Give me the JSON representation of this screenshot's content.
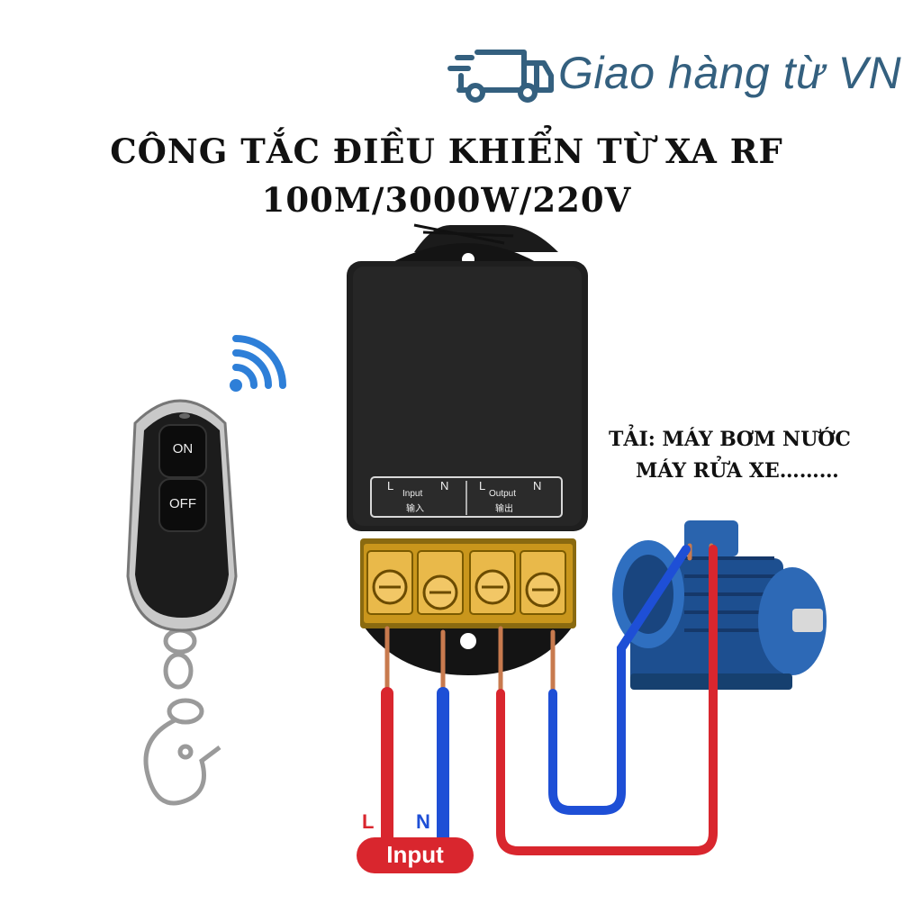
{
  "brand": {
    "text": "Giao hàng từ VN",
    "icon": "delivery-truck-icon",
    "color": "#34607f"
  },
  "title": {
    "line1": "CÔNG TẮC ĐIỀU KHIỂN TỪ XA RF",
    "line2": "100M/3000W/220V"
  },
  "load_note": {
    "line1": "TẢI: MÁY BƠM NƯỚC",
    "line2": "MÁY RỬA XE………"
  },
  "remote": {
    "on_label": "ON",
    "off_label": "OFF",
    "signal_icon": "wifi-signal-icon"
  },
  "module": {
    "input_label": "Input",
    "input_cn": "输入",
    "output_label": "Output",
    "output_cn": "输出",
    "l1": "L",
    "n1": "N",
    "l2": "L",
    "n2": "N"
  },
  "wiring": {
    "l_label": "L",
    "n_label": "N",
    "input_badge": "Input",
    "live_color": "#d9262e",
    "neutral_color": "#1e4fd6"
  }
}
